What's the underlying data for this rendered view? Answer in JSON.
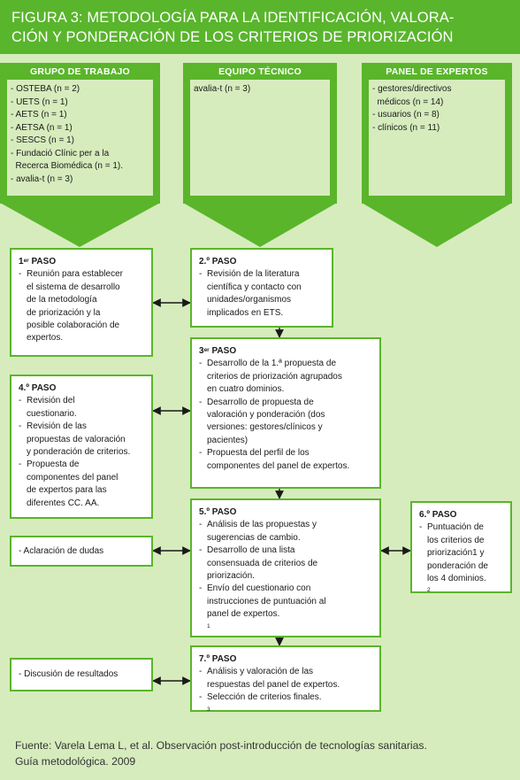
{
  "title": {
    "line1": "FIGURA 3: METODOLOGÍA PARA LA IDENTIFICACIÓN, VALORA-",
    "line2": "CIÓN Y PONDERACIÓN DE LOS CRITERIOS DE PRIORIZACIÓN"
  },
  "groups": [
    {
      "header": "GRUPO DE TRABAJO",
      "items": [
        "- OSTEBA (n = 2)",
        "- UETS (n = 1)",
        "- AETS (n = 1)",
        "- AETSA (n = 1)",
        "- SESCS (n = 1)",
        "- Fundació Clínic per a la",
        "  Recerca Biomédica (n = 1).",
        "- avalia-t (n = 3)"
      ]
    },
    {
      "header": "EQUIPO TÉCNICO",
      "items": [
        "avalia-t (n = 3)"
      ]
    },
    {
      "header": "PANEL DE EXPERTOS",
      "items": [
        "- gestores/directivos",
        "  médicos (n = 14)",
        "- usuarios (n = 8)",
        "- clínicos (n = 11)"
      ]
    }
  ],
  "steps": {
    "step1": {
      "head_num": "1",
      "head_sup": "er",
      "head_word": " PASO",
      "items": [
        [
          "Reunión para establecer",
          "el sistema de desarrollo",
          "de la metodología",
          "de priorización y la",
          "posible colaboración de",
          "expertos."
        ]
      ]
    },
    "step2": {
      "head": "2.º PASO",
      "items": [
        [
          "Revisión de la literatura",
          "científica y contacto con",
          "unidades/organismos",
          "implicados en ETS."
        ]
      ]
    },
    "step3": {
      "head_num": "3",
      "head_sup": "er",
      "head_word": " PASO",
      "items": [
        [
          "Desarrollo de la 1.ª propuesta de",
          "criterios de priorización agrupados",
          "en cuatro dominios."
        ],
        [
          "Desarrollo de propuesta de",
          "valoración y ponderación (dos",
          "versiones: gestores/clínicos y",
          "pacientes)"
        ],
        [
          "Propuesta del perfil de los",
          "componentes del panel de expertos."
        ]
      ]
    },
    "step4": {
      "head": "4.º PASO",
      "items": [
        [
          "Revisión del",
          "cuestionario."
        ],
        [
          "Revisión de las",
          "propuestas de valoración",
          "y ponderación de criterios."
        ],
        [
          "Propuesta de",
          "componentes del panel",
          "de expertos para las",
          "diferentes CC. AA."
        ]
      ]
    },
    "step5": {
      "head": "5.º PASO",
      "items": [
        [
          "Análisis de las propuestas y",
          "sugerencias de cambio."
        ],
        [
          "Desarrollo de una lista",
          "consensuada de criterios de",
          "priorización."
        ],
        [
          "Envío del cuestionario con",
          "instrucciones de puntuación al",
          "panel de expertos."
        ]
      ],
      "last_sup": "1"
    },
    "step6": {
      "head": "6.º PASO",
      "items": [
        [
          "Puntuación de",
          "los criterios de",
          "priorización1 y",
          "ponderación de",
          "los 4 dominios."
        ]
      ],
      "last_sup": "2"
    },
    "step7": {
      "head": "7.º PASO",
      "items": [
        [
          "Análisis y valoración de las",
          "respuestas del panel de expertos."
        ],
        [
          "Selección de criterios finales."
        ]
      ],
      "last_sup": "3"
    }
  },
  "notes": {
    "dudas": "- Aclaración de dudas",
    "discusion": "- Discusión de resultados"
  },
  "source": {
    "line1": "Fuente: Varela Lema L, et al. Observación post-introducción de tecnologías sanitarias.",
    "line2": "Guía metodológica. 2009"
  },
  "colors": {
    "green": "#5ab52b",
    "light_green": "#d6ecbd",
    "title_bar": "#59b52c"
  }
}
